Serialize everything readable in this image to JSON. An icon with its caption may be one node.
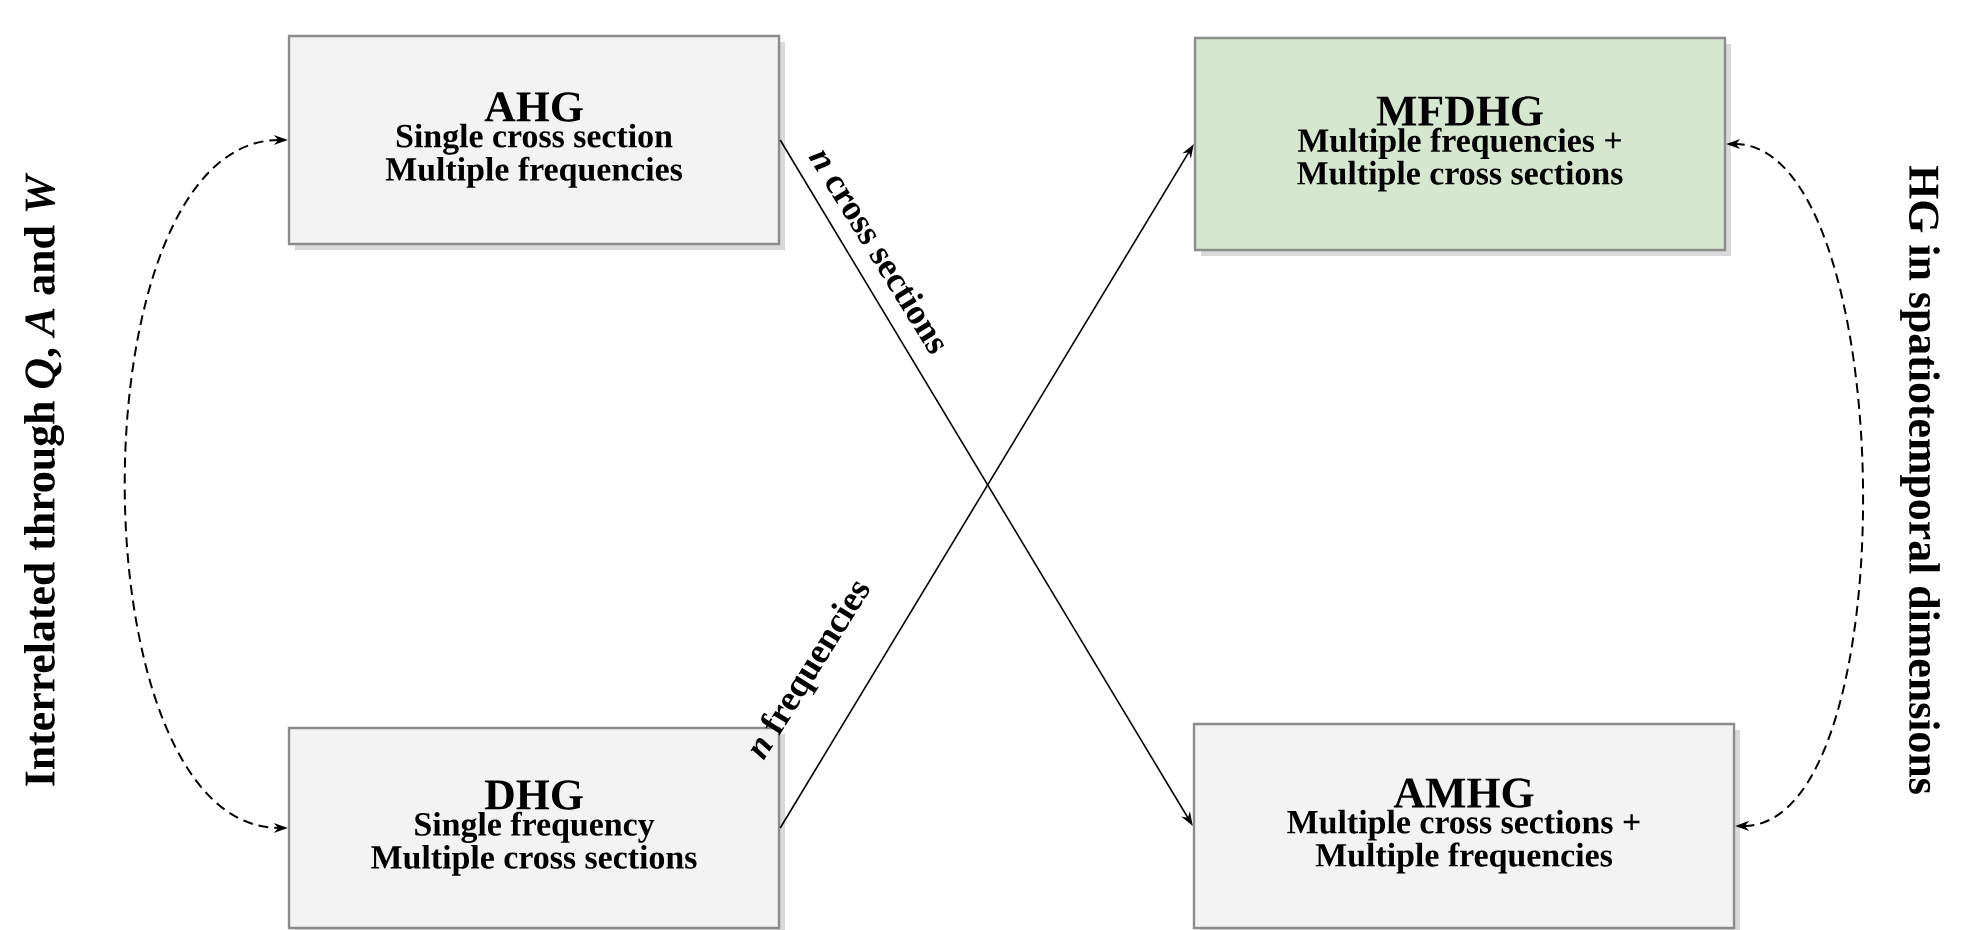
{
  "diagram": {
    "nodes": [
      {
        "text": [
          "AHG",
          "Single cross section",
          "Multiple frequencies"
        ]
      },
      {
        "text": [
          "MFDHG",
          "Multiple frequencies +",
          "Multiple cross sections"
        ]
      },
      {
        "text": [
          "DHG",
          "Single frequency",
          "Multiple cross sections"
        ]
      },
      {
        "text": [
          "AMHG",
          "Multiple cross sections +",
          "Multiple frequencies"
        ]
      }
    ],
    "edges": [
      {
        "from": 0,
        "to": 3,
        "arrow": "to",
        "label": "*n* cross sections"
      },
      {
        "from": 2,
        "to": 1,
        "arrow": "to",
        "label": "*n* frequencies"
      },
      {
        "from": 0,
        "to": 2,
        "arrow": "both",
        "style": "dashed",
        "label": "Interrelated through *Q*, *A* and *W*"
      },
      {
        "from": 1,
        "to": 3,
        "arrow": "both",
        "style": "dashed",
        "label": "HG in spatiotemporal dimensions"
      }
    ]
  }
}
